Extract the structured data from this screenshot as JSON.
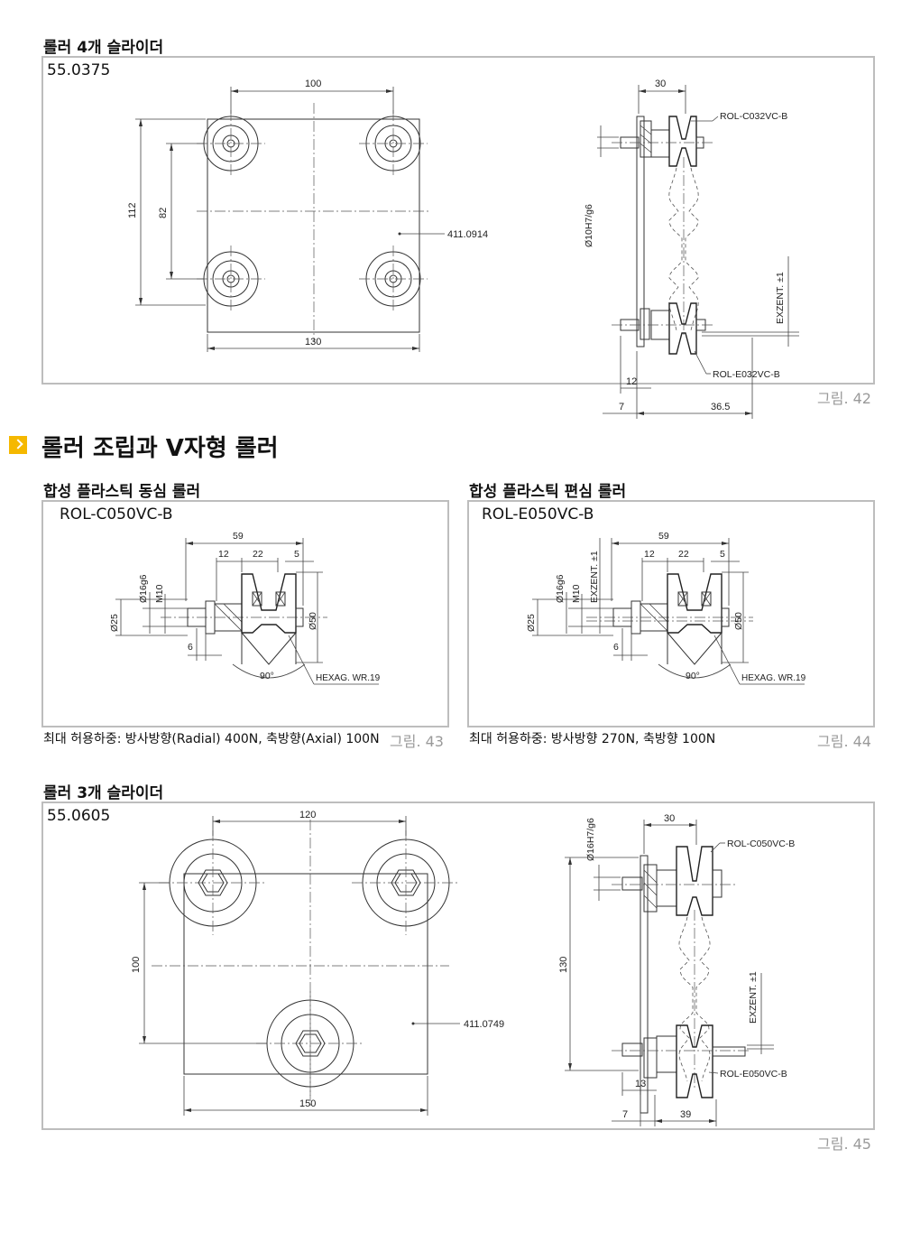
{
  "section1": {
    "title": "롤러 4개 슬라이더",
    "code": "55.0375",
    "figure": "그림. 42",
    "dims": {
      "top_width": "100",
      "bottom_width": "130",
      "outer_height": "112",
      "inner_height": "82",
      "part_ref": "411.0914",
      "side_width": "30",
      "roller_c": "ROL-C032VC-B",
      "diameter": "Ø10H7/g6",
      "excent": "EXZENT. ±1",
      "roller_e": "ROL-E032VC-B",
      "dim_12": "12",
      "dim_7": "7",
      "dim_365": "36.5"
    }
  },
  "section_header": {
    "title": "롤러 조립과 V자형 롤러"
  },
  "left_panel": {
    "title": "합성 플라스틱 동심 롤러",
    "code": "ROL-C050VC-B",
    "figure": "그림. 43",
    "caption": "최대 허용하중: 방사방향(Radial) 400N, 축방향(Axial) 100N",
    "dims": {
      "d59": "59",
      "d12": "12",
      "d22": "22",
      "d5": "5",
      "d16": "Ø16g6",
      "m10": "M10",
      "d25": "Ø25",
      "d50": "Ø50",
      "d6": "6",
      "angle": "90°",
      "hex": "HEXAG. WR.19"
    }
  },
  "right_panel": {
    "title": "합성 플라스틱 편심 롤러",
    "code": "ROL-E050VC-B",
    "figure": "그림. 44",
    "caption": "최대 허용하중: 방사방향 270N, 축방향 100N",
    "dims": {
      "d59": "59",
      "d12": "12",
      "d22": "22",
      "d5": "5",
      "d16": "Ø16g6",
      "m10": "M10",
      "excent": "EXZENT. ±1",
      "d25": "Ø25",
      "d50": "Ø50",
      "d6": "6",
      "angle": "90°",
      "hex": "HEXAG. WR.19"
    }
  },
  "section3": {
    "title": "롤러 3개 슬라이더",
    "code": "55.0605",
    "figure": "그림. 45",
    "dims": {
      "top_width": "120",
      "bottom_width": "150",
      "height": "100",
      "part_ref": "411.0749",
      "side_width": "30",
      "diameter": "Ø16H7/g6",
      "roller_c": "ROL-C050VC-B",
      "side_height": "130",
      "excent": "EXZENT. ±1",
      "roller_e": "ROL-E050VC-B",
      "dim_13": "13",
      "dim_7": "7",
      "dim_39": "39"
    }
  }
}
